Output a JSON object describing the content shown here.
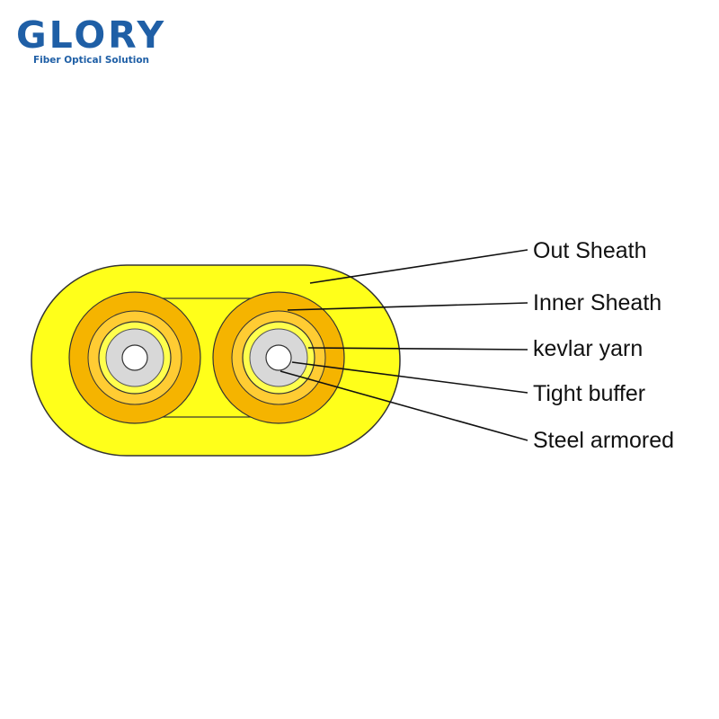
{
  "brand": {
    "name": "GLORY",
    "tagline": "Fiber Optical Solution",
    "color": "#1f5fa6"
  },
  "diagram": {
    "labels": {
      "out_sheath": "Out Sheath",
      "inner_sheath": "Inner Sheath",
      "kevlar_yarn": "kevlar yarn",
      "tight_buffer": "Tight buffer",
      "steel_armored": "Steel armored"
    },
    "colors": {
      "out_sheath": "#ffff1a",
      "inner_ring": "#f5b400",
      "kevlar": "#d8d8d8",
      "core": "#ffffff",
      "outline": "#333333"
    }
  }
}
